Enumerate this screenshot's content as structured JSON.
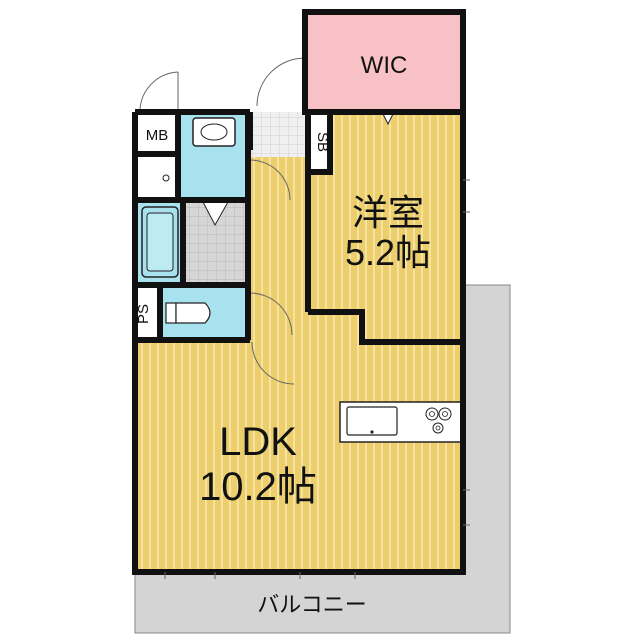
{
  "plan": {
    "rooms": {
      "wic": {
        "label": "WIC"
      },
      "bedroom": {
        "label": "洋室",
        "size": "5.2帖"
      },
      "ldk": {
        "label": "LDK",
        "size": "10.2帖"
      },
      "balcony": {
        "label": "バルコニー"
      },
      "mb": {
        "label": "MB"
      },
      "sb": {
        "label": "SB"
      },
      "ps": {
        "label": "PS"
      }
    },
    "colors": {
      "wood_floor": "#eccf6c",
      "wood_stripe": "#f6e3a2",
      "wet_area": "#a8e2ef",
      "wic": "#f7c1c6",
      "tile": "#d3d3d3",
      "balcony": "#d4d4d4",
      "wall": "#111111"
    }
  }
}
